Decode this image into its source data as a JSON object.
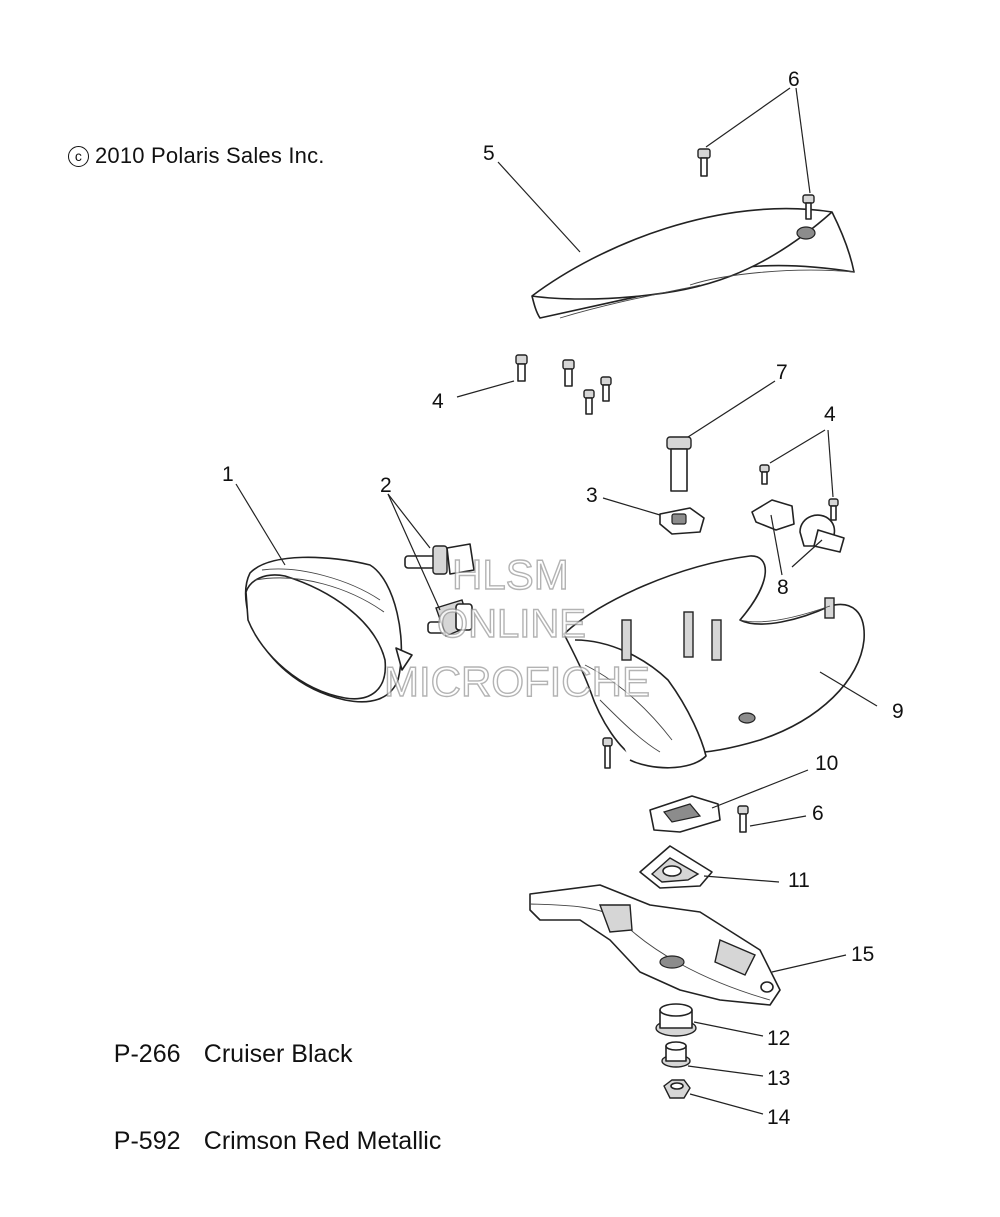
{
  "copyright": {
    "symbol": "c",
    "text": "2010 Polaris Sales Inc."
  },
  "watermark": [
    "HLSM",
    "ONLINE",
    "MICROFICHE"
  ],
  "color_codes": [
    {
      "code": "P-266",
      "name": "Cruiser Black"
    },
    {
      "code": "P-592",
      "name": "Crimson Red Metallic"
    }
  ],
  "callouts": [
    {
      "label": "6"
    },
    {
      "label": "5"
    },
    {
      "label": "4"
    },
    {
      "label": "7"
    },
    {
      "label": "4"
    },
    {
      "label": "1"
    },
    {
      "label": "2"
    },
    {
      "label": "3"
    },
    {
      "label": "8"
    },
    {
      "label": "9"
    },
    {
      "label": "10"
    },
    {
      "label": "6"
    },
    {
      "label": "11"
    },
    {
      "label": "15"
    },
    {
      "label": "12"
    },
    {
      "label": "13"
    },
    {
      "label": "14"
    }
  ]
}
